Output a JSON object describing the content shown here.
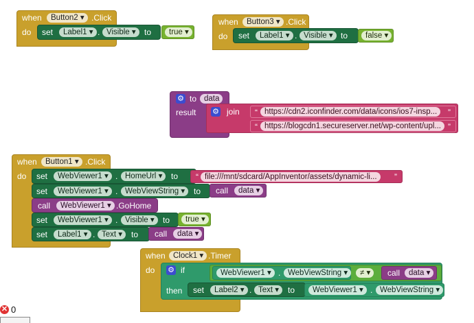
{
  "kw": {
    "when": "when",
    "do": "do",
    "set": "set",
    "to": "to",
    "call": "call",
    "result": "result",
    "join": "join",
    "if": "if",
    "then": "then",
    "dot": ".",
    "caret": "▾",
    "quote": "“",
    "quote_close": "”"
  },
  "b1": {
    "component": "Button2",
    "event": ".Click",
    "target": "Label1",
    "prop": "Visible",
    "value": "true"
  },
  "b2": {
    "component": "Button3",
    "event": ".Click",
    "target": "Label1",
    "prop": "Visible",
    "value": "false"
  },
  "b3": {
    "proc": "data",
    "str1": "https://cdn2.iconfinder.com/data/icons/ios7-insp...",
    "str2": "https://blogcdn1.secureserver.net/wp-content/upl..."
  },
  "b4": {
    "component": "Button1",
    "event": ".Click",
    "s1_target": "WebViewer1",
    "s1_prop": "HomeUrl",
    "s1_value": "file:///mnt/sdcard/AppInventor/assets/dynamic-li...",
    "s2_target": "WebViewer1",
    "s2_prop": "WebViewString",
    "s2_call": "data",
    "c_target": "WebViewer1",
    "c_method": ".GoHome",
    "s3_target": "WebViewer1",
    "s3_prop": "Visible",
    "s3_value": "true",
    "s4_target": "Label1",
    "s4_prop": "Text",
    "s4_call": "data"
  },
  "b5": {
    "component": "Clock1",
    "event": ".Timer",
    "cmp_comp": "WebViewer1",
    "cmp_prop": "WebViewString",
    "op": "≠",
    "call": "data",
    "set_target": "Label2",
    "set_prop": "Text",
    "val_comp": "WebViewer1",
    "val_prop": "WebViewString"
  },
  "status": {
    "errors": "0",
    "error_icon": "error-icon"
  },
  "colors": {
    "event": "#c9a02c",
    "component_setter": "#1f6f42",
    "procedure": "#8b3d87",
    "text": "#c63a6a",
    "logic": "#77b22f",
    "getter": "#2f9a6b",
    "mutator": "#3c4ccf"
  }
}
